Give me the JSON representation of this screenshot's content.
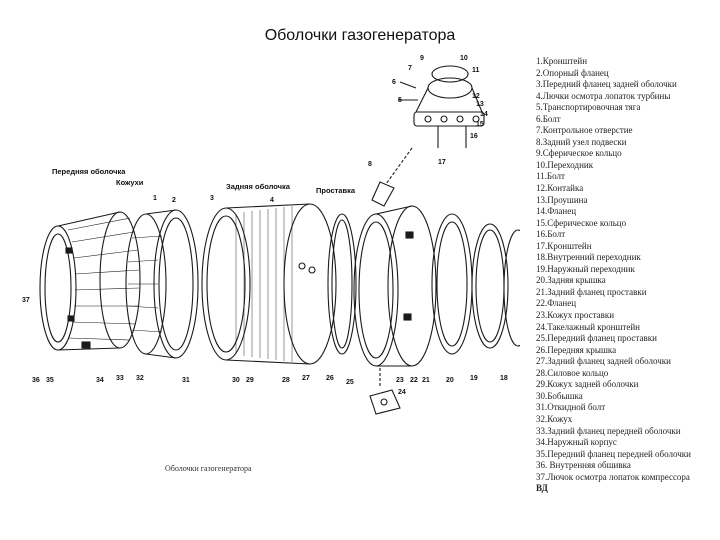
{
  "title": "Оболочки газогенератора",
  "figure_caption": "Оболочки газогенератора",
  "group_labels": {
    "front_shell": "Передняя оболочка",
    "casings": "Кожухи",
    "rear_shell": "Задняя оболочка",
    "spacer": "Проставка"
  },
  "part_numbers": [
    "1",
    "2",
    "3",
    "4",
    "5",
    "6",
    "7",
    "8",
    "9",
    "10",
    "11",
    "12",
    "13",
    "14",
    "15",
    "16",
    "17",
    "18",
    "19",
    "20",
    "21",
    "22",
    "23",
    "24",
    "25",
    "26",
    "27",
    "28",
    "29",
    "30",
    "31",
    "32",
    "33",
    "34",
    "35",
    "36",
    "37"
  ],
  "legend": [
    "1.Кронштейн",
    "2.Опорный фланец",
    "3.Передний фланец задней оболочки",
    "4.Лючки осмотра лопаток турбины",
    "5.Транспортировочная тяга",
    "6.Болт",
    "7.Контрольное отверстие",
    "8.Задний узел подвески",
    "9.Сферическое кольцо",
    "10.Переходник",
    "11.Болт",
    "12.Контайка",
    "13.Проушина",
    "14.Фланец",
    "15.Сферическое кольцо",
    "16.Болт",
    "17.Кронштейн",
    "18.Внутренний переходник",
    "19.Наружный переходник",
    "20.Задняя крышка",
    "21.Задний фланец проставки",
    "22.Фланец",
    "23.Кожух проставки",
    "24.Такелажный кронштейн",
    "25.Передний фланец проставки",
    "26.Передняя крышка",
    "27.Задний фланец задней оболочки",
    "28.Силовое кольцо",
    "29.Кожух задней оболочки",
    "30.Бобышка",
    "31.Откидной болт",
    "32.Кожух",
    "33.Задний фланец передней оболочки",
    "34.Наружный корпус",
    "35.Передний фланец передней оболочки",
    "36. Внутренняя обшивка",
    "37.Лючок осмотра лопаток компрессора"
  ],
  "legend_suffix": "ВД"
}
